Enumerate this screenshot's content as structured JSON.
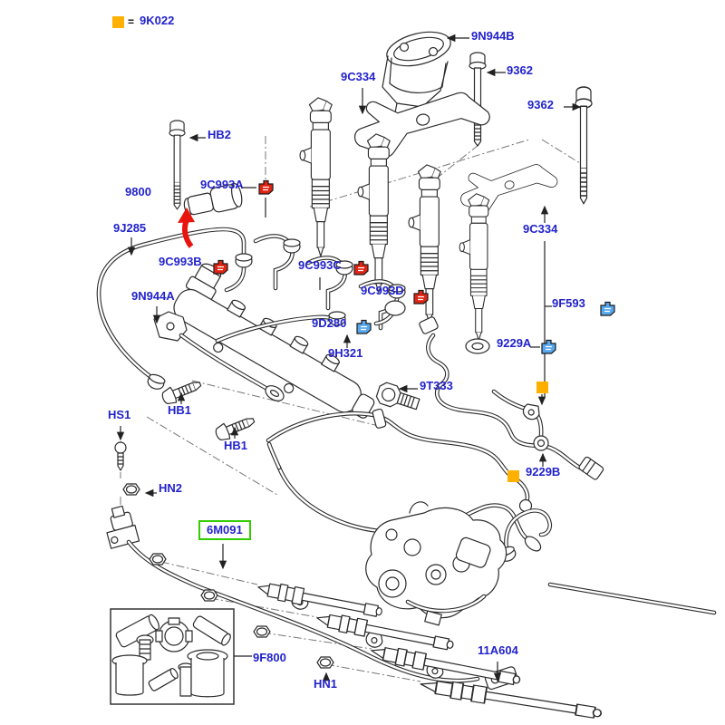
{
  "diagram": {
    "type": "vehicle-parts-exploded-diagram",
    "subject": "fuel injection system",
    "legend": {
      "equals": "=",
      "part_number": "9K022"
    },
    "highlighted_part": "6M091",
    "labels": {
      "legend_part": "9K022",
      "n9N944B": "9N944B",
      "bolt9362_1": "9362",
      "bolt9362_2": "9362",
      "fork9C334_top": "9C334",
      "fork9C334_right": "9C334",
      "HB2": "HB2",
      "s9800": "9800",
      "c9C993A": "9C993A",
      "p9J285": "9J285",
      "c9C993B": "9C993B",
      "c9C993C": "9C993C",
      "c9C993D": "9C993D",
      "b9N944A": "9N944A",
      "c9D280": "9D280",
      "rail9H321": "9H321",
      "c9F593": "9F593",
      "w9229A": "9229A",
      "s9T333": "9T333",
      "HS1": "HS1",
      "HB1_1": "HB1",
      "HB1_2": "HB1",
      "HN2": "HN2",
      "h9229B": "9229B",
      "h6M091": "6M091",
      "kit9F800": "9F800",
      "HN1": "HN1",
      "gp11A604": "11A604"
    },
    "colors": {
      "label_link": "#2222cc",
      "highlight_green": "#33cc00",
      "clip_red": "#e02414",
      "clip_blue": "#58a8ee",
      "marker_orange": "#ffb000",
      "arrow_red": "#e8150d",
      "line_art": "#2b2b2b"
    }
  }
}
